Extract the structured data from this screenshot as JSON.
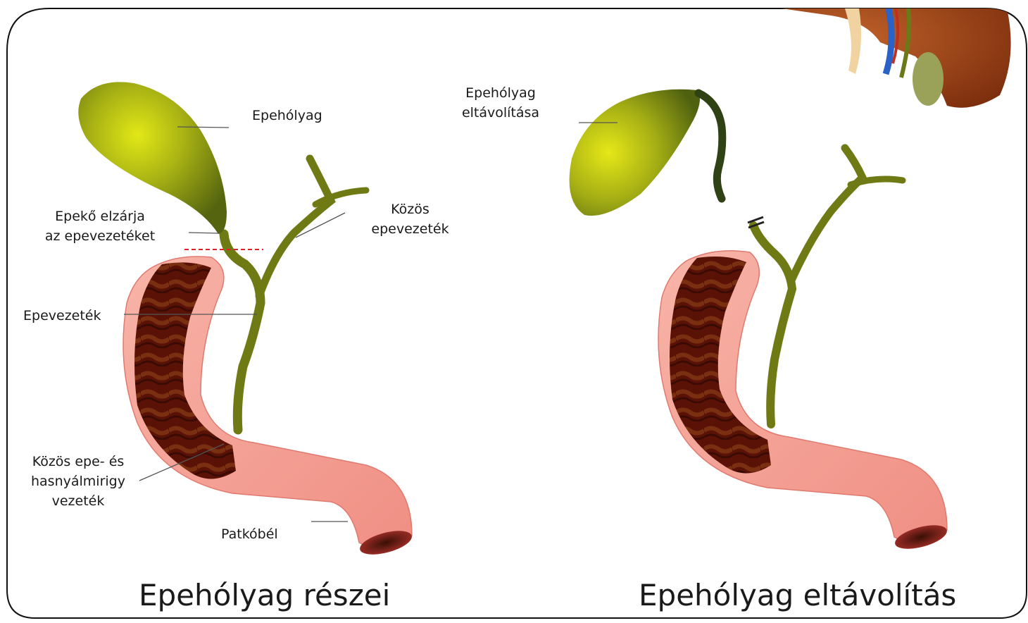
{
  "left_panel": {
    "title": "Epehólyag részei",
    "labels": {
      "gallbladder": "Epehólyag",
      "gallstone_blockage": "Epekő elzárja\naz epevezetéket",
      "common_bile_duct": "Közös\nepevezeték",
      "bile_duct": "Epevezeték",
      "pancreatic_duct": "Közös epe- és\nhasnyálmirigy\nvezeték",
      "duodenum": "Patkóbél"
    }
  },
  "right_panel": {
    "title": "Epehólyag eltávolítás",
    "labels": {
      "gallbladder_removal": "Epehólyag\neltávolítása"
    }
  },
  "colors": {
    "frame": "#111111",
    "bile_duct": "#6f7a14",
    "bile_duct_dark": "#2f4214",
    "gallbladder_light": "#d9e014",
    "gallbladder_dark": "#5e6e12",
    "duodenum_outer": "#f6a59a",
    "duodenum_inner": "#5a0f06",
    "duodenum_band": "#8a5a14",
    "blockage_line": "#e0202a",
    "liver": "#9a3f12"
  }
}
